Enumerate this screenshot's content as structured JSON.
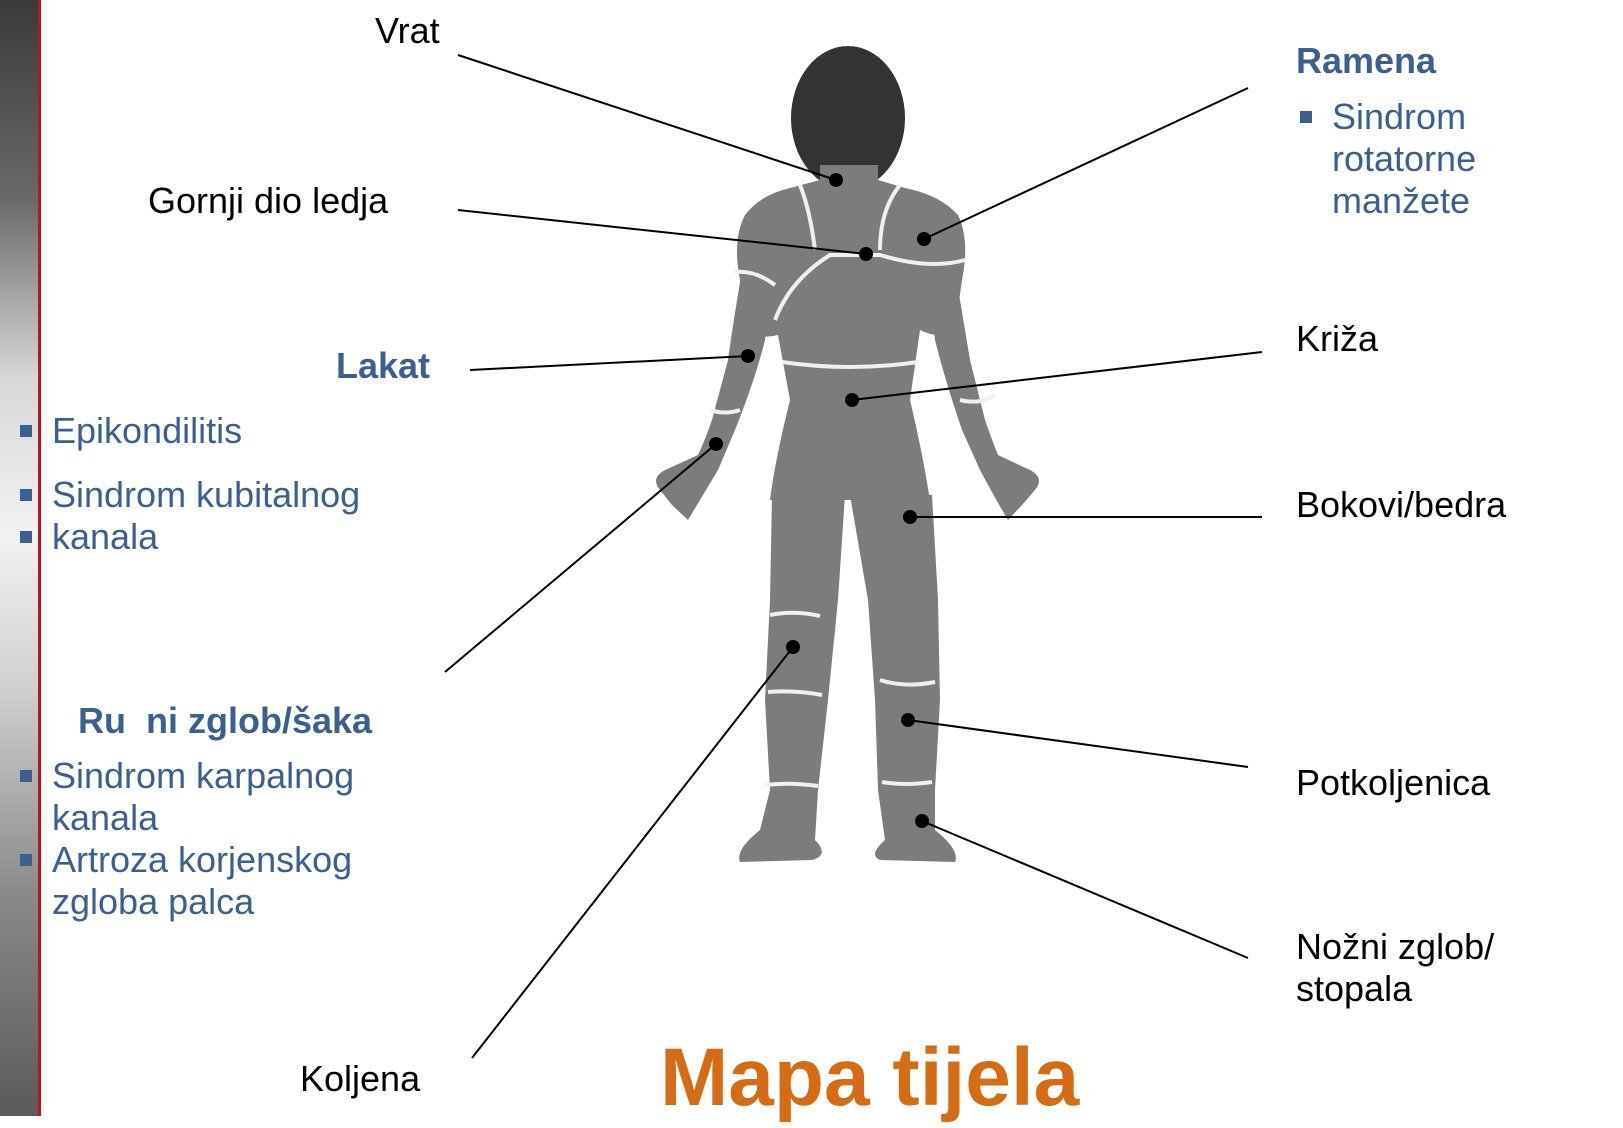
{
  "labels": {
    "vrat": "Vrat",
    "gornji": "Gornji dio ledja",
    "lakat": "Lakat",
    "ramena": "Ramena",
    "kriza": "Križa",
    "bokovi": "Bokovi/bedra",
    "rucni": "Ru  ni zglob/šaka",
    "potkoljenica": "Potkoljenica",
    "nozni_1": "Nožni zglob/",
    "nozni_2": "stopala",
    "koljena": "Koljena"
  },
  "lists": {
    "ramena": [
      "Sindrom",
      "rotatorne",
      "manžete"
    ],
    "lakat": [
      "Epikondilitis",
      "Sindrom kubitalnog",
      "kanala"
    ],
    "rucni": [
      "Sindrom karpalnog",
      "kanala",
      "Artroza korjenskog",
      "zgloba palca"
    ]
  },
  "title": "Mapa tijela",
  "colors": {
    "accent_blue": "#3b5f8f",
    "title_orange": "#d56b12",
    "sidebar_red": "#c0141a",
    "body_grey": "#7c7c7c"
  }
}
